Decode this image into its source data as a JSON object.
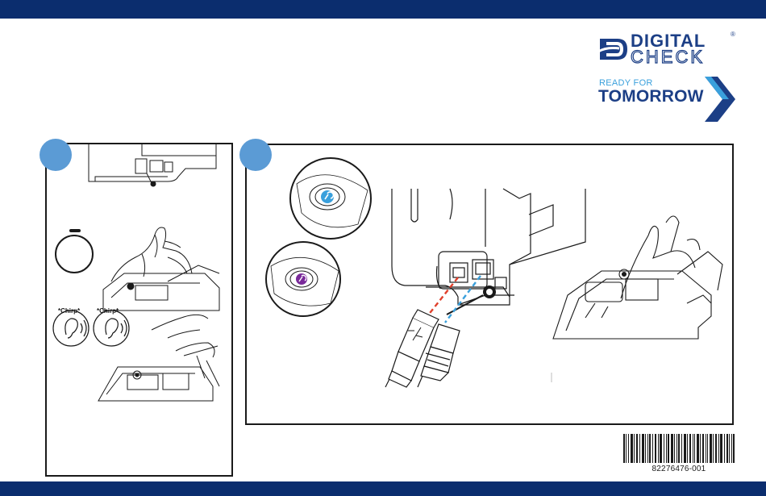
{
  "brand": {
    "name_line1": "DIGITAL",
    "name_line2": "CHECK",
    "registered": "®",
    "tagline_small": "READY FOR",
    "tagline_big": "TOMORROW",
    "primary_color": "#0b2d6e",
    "accent_color": "#3aa0dc"
  },
  "step1": {
    "chirp_left": "*Chirp*",
    "chirp_right": "*Chirp*",
    "ring_icon": "led-ring-icon",
    "ear_icon": "ear-icon"
  },
  "step2": {
    "status_blue_color": "#3aa0dc",
    "status_purple_color": "#7a2a9a",
    "usb_cable_color": "#e0412c",
    "ethernet_cable_color": "#3aa0dc",
    "usb_icon": "usb-icon"
  },
  "barcode": {
    "number": "82276476-001"
  }
}
